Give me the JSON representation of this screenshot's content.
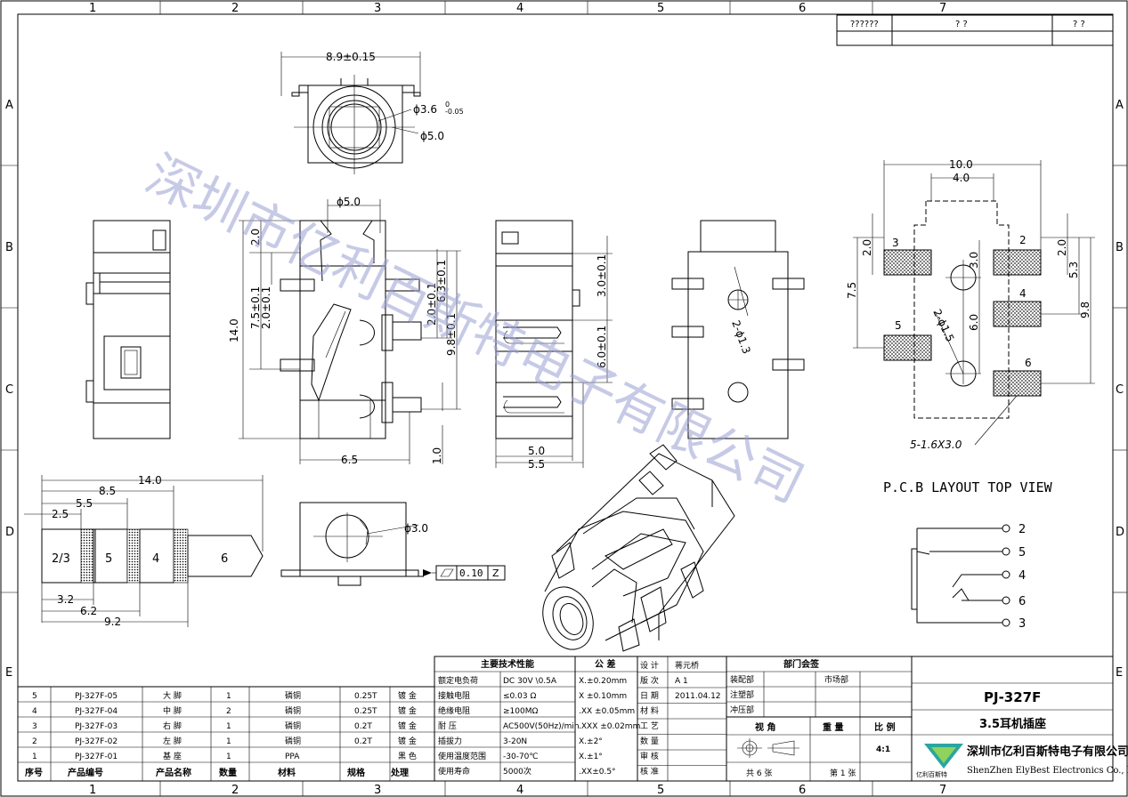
{
  "border": {
    "col_numbers": [
      "1",
      "2",
      "3",
      "4",
      "5",
      "6",
      "7"
    ],
    "row_letters": [
      "A",
      "B",
      "C",
      "D",
      "E"
    ]
  },
  "revision_block": {
    "c1": "??????",
    "c2": "? ?",
    "c3": "? ?"
  },
  "watermark": "深圳市亿利百斯特电子有限公司",
  "dims": {
    "top_width": "8.9±0.15",
    "top_d36": "ϕ3.6",
    "top_d36_tol_up": "0",
    "top_d36_tol_dn": "-0.05",
    "top_d50": "ϕ5.0",
    "side_d50": "ϕ5.0",
    "side_20": "2.0",
    "side_140": "14.0",
    "side_75": "7.5±0.1",
    "side_20b": "2.0±0.1",
    "side_20c": "2.0±0.1",
    "side_63": "6.3±0.1",
    "side_98": "9.8±0.1",
    "side_10": "1.0",
    "side_65": "6.5",
    "mid_30": "3.0±0.1",
    "mid_60": "6.0±0.1",
    "mid_50": "5.0",
    "mid_55": "5.5",
    "bot_2d13": "2-ϕ1.3",
    "plug_140": "14.0",
    "plug_85": "8.5",
    "plug_55": "5.5",
    "plug_25": "2.5",
    "plug_32": "3.2",
    "plug_62": "6.2",
    "plug_92": "9.2",
    "plug_seg1": "2/3",
    "plug_seg2": "5",
    "plug_seg3": "4",
    "plug_seg4": "6",
    "front_d30": "ϕ3.0",
    "flatness": "0.10",
    "flatness_datum": "Z",
    "pcb_100": "10.0",
    "pcb_40": "4.0",
    "pcb_20l": "2.0",
    "pcb_20r": "2.0",
    "pcb_30": "3.0",
    "pcb_75": "7.5",
    "pcb_60": "6.0",
    "pcb_53": "5.3",
    "pcb_98": "9.8",
    "pcb_2d15": "2-ϕ1.5",
    "pcb_pad_note": "5-1.6X3.0",
    "pad3": "3",
    "pad2": "2",
    "pad4": "4",
    "pad5": "5",
    "pad6": "6"
  },
  "pcb_title": "P.C.B LAYOUT TOP VIEW",
  "schematic_pins": [
    "2",
    "5",
    "4",
    "6",
    "3"
  ],
  "bom": {
    "header": [
      "序号",
      "产品编号",
      "产品名称",
      "数量",
      "材料",
      "规格",
      "处理"
    ],
    "rows": [
      [
        "5",
        "PJ-327F-05",
        "大 脚",
        "1",
        "磷铜",
        "0.25T",
        "镀 金"
      ],
      [
        "4",
        "PJ-327F-04",
        "中 脚",
        "2",
        "磷铜",
        "0.25T",
        "镀 金"
      ],
      [
        "3",
        "PJ-327F-03",
        "右 脚",
        "1",
        "磷铜",
        "0.2T",
        "镀 金"
      ],
      [
        "2",
        "PJ-327F-02",
        "左 脚",
        "1",
        "磷铜",
        "0.2T",
        "镀 金"
      ],
      [
        "1",
        "PJ-327F-01",
        "基 座",
        "1",
        "PPA",
        "",
        "黑 色"
      ]
    ]
  },
  "specs": {
    "title": "主要技术性能",
    "rows": [
      [
        "额定电负荷",
        "DC 30V \\0.5A"
      ],
      [
        "接触电阻",
        "≤0.03 Ω"
      ],
      [
        "绝缘电阻",
        "≥100MΩ"
      ],
      [
        "耐 压",
        "AC500V(50Hz)/min"
      ],
      [
        "插拔力",
        "3-20N"
      ],
      [
        "使用温度范围",
        "-30-70℃"
      ],
      [
        "使用寿命",
        "5000次"
      ]
    ]
  },
  "tolerance": {
    "title": "公 差",
    "rows": [
      "X.±0.20mm",
      "X ±0.10mm",
      ".XX ±0.05mm",
      ".XXX ±0.02mm",
      "X.±2°",
      "X.±1°",
      ".XX±0.5°"
    ]
  },
  "approval": {
    "labels": [
      "设 计",
      "版 次",
      "日 期",
      "材 料",
      "工 艺",
      "数 量",
      "审 核",
      "核 准"
    ],
    "values": [
      "蒋元桥",
      "A 1",
      "2011.04.12",
      "",
      "",
      "",
      "",
      ""
    ]
  },
  "dept": {
    "title": "部门会签",
    "rows": [
      [
        "装配部",
        "市场部"
      ],
      [
        "注塑部",
        ""
      ],
      [
        "冲压部",
        ""
      ]
    ]
  },
  "view": {
    "label": "视 角",
    "weight": "重 量",
    "scale": "比 例",
    "scale_value": "4:1",
    "sheets": "共 6 张",
    "sheet": "第 1 张"
  },
  "title_block": {
    "part": "PJ-327F",
    "name": "3.5耳机插座",
    "company_cn": "深圳市亿利百斯特电子有限公司",
    "company_en": "ShenZhen ElyBest Electronics Co., Ltd",
    "logo_text": "亿利百斯特"
  }
}
